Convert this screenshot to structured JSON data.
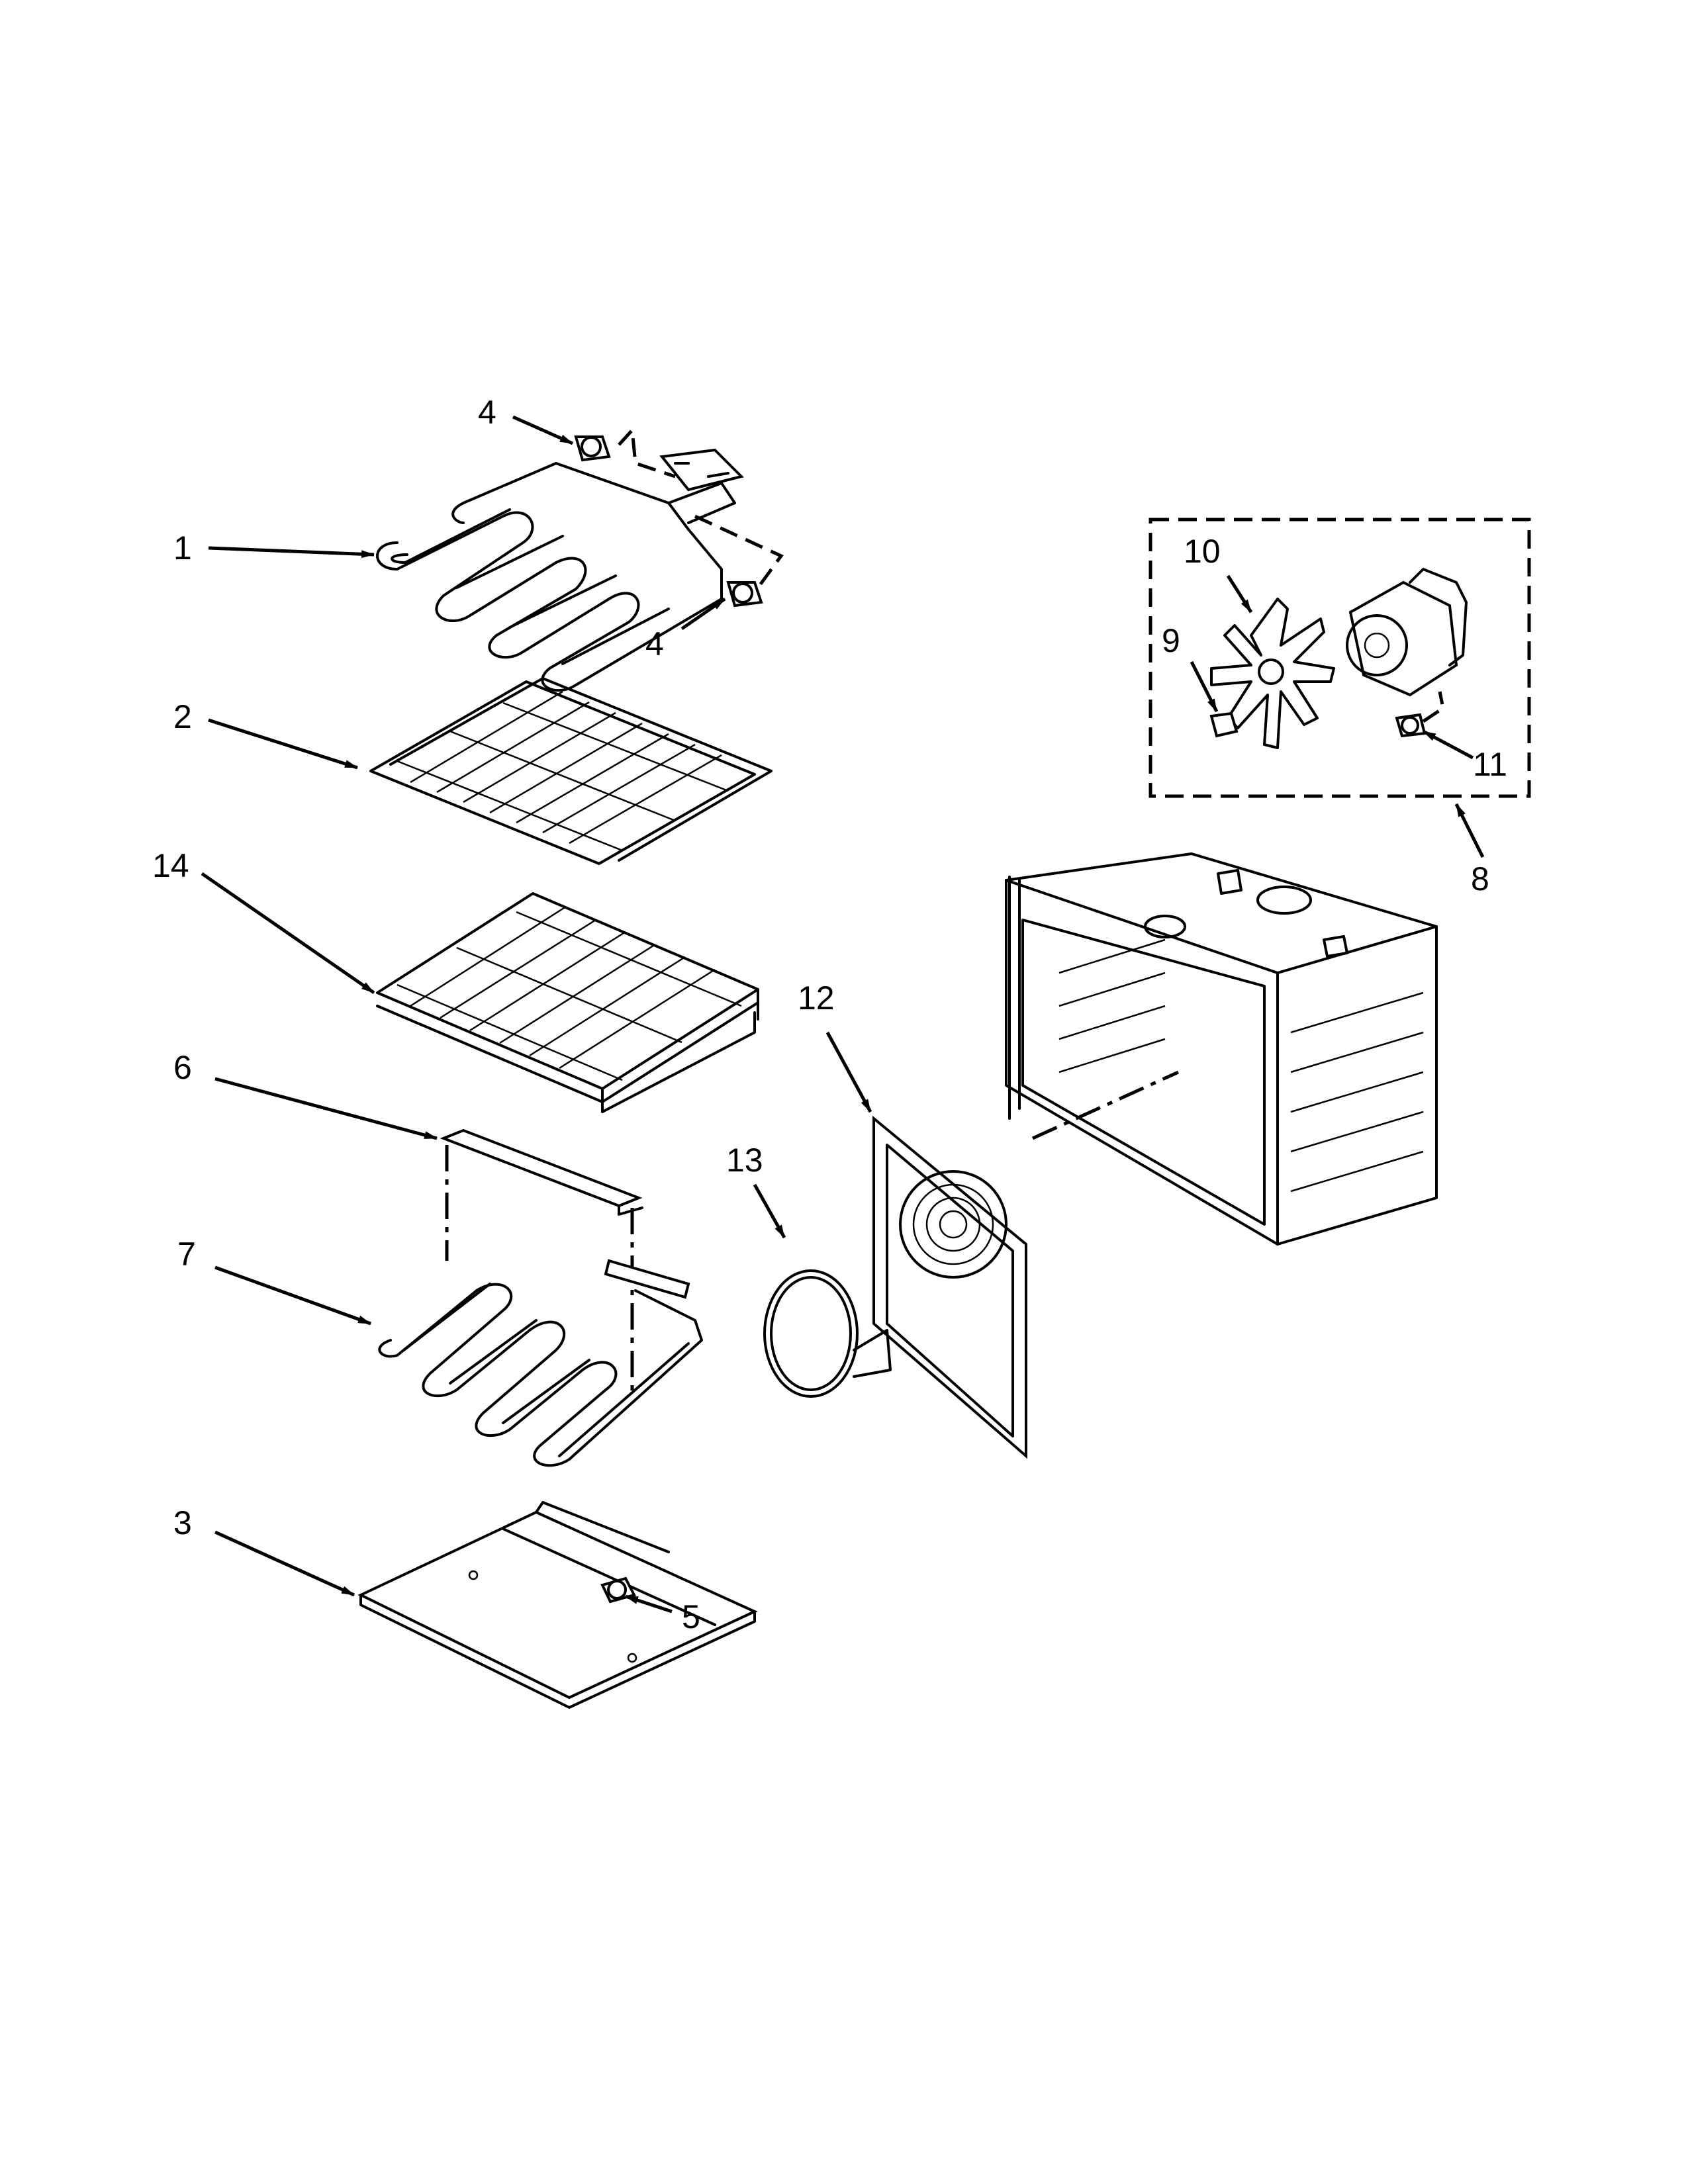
{
  "callouts": [
    "1",
    "2",
    "3",
    "4",
    "4",
    "5",
    "6",
    "7",
    "8",
    "9",
    "10",
    "11",
    "12",
    "13",
    "14"
  ]
}
